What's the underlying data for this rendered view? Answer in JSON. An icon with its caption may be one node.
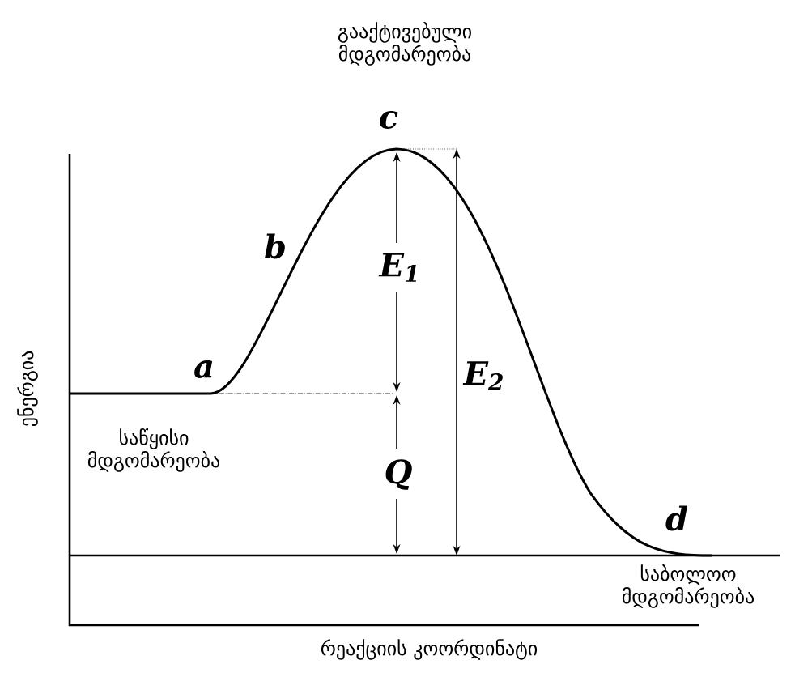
{
  "diagram": {
    "labels": [
      "გააქტივებული მდგომარეობა",
      "c",
      "b",
      "E$_{1}$",
      "a",
      "E$_{2}$",
      "ენერგია",
      "საწყისი მდგომარეობა",
      "Q",
      "d",
      "საბოლოო მდგომარეობა",
      "რეაქციის კოორდინატი"
    ]
  }
}
